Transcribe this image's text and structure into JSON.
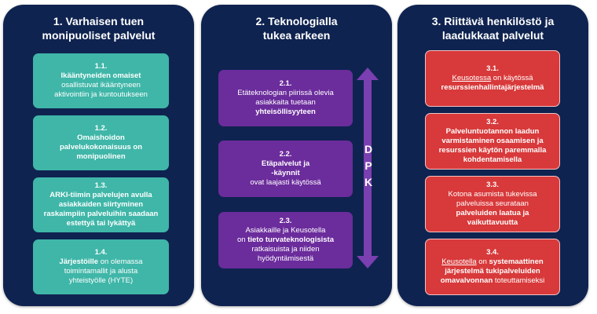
{
  "columns": [
    {
      "title_lines": [
        "1. Varhaisen tuen",
        "monipuoliset palvelut"
      ],
      "cards": [
        {
          "num": "1.1.",
          "lines": [
            [
              {
                "t": "Ikääntyneiden omaiset",
                "s": "b"
              }
            ],
            [
              {
                "t": "osallistuvat ikääntyneen",
                "s": ""
              }
            ],
            [
              {
                "t": "aktivointiin ja kuntoutukseen",
                "s": ""
              }
            ]
          ]
        },
        {
          "num": "1.2.",
          "lines": [
            [
              {
                "t": "Omaishoidon",
                "s": "b"
              }
            ],
            [
              {
                "t": "palvelukokonaisuus on",
                "s": "b"
              }
            ],
            [
              {
                "t": "monipuolinen",
                "s": "b"
              }
            ]
          ]
        },
        {
          "num": "1.3.",
          "lines": [
            [
              {
                "t": "ARKI-tiimin palvelujen avulla",
                "s": "b"
              }
            ],
            [
              {
                "t": "asiakkaiden siirtyminen",
                "s": "b"
              }
            ],
            [
              {
                "t": "raskaimpiin palveluihin saadaan",
                "s": "b"
              }
            ],
            [
              {
                "t": "estettyä tai lykättyä",
                "s": "b"
              }
            ]
          ]
        },
        {
          "num": "1.4.",
          "lines": [
            [
              {
                "t": "Järjestöille",
                "s": "b"
              },
              {
                "t": " on olemassa",
                "s": ""
              }
            ],
            [
              {
                "t": "toimintamallit ja alusta",
                "s": ""
              }
            ],
            [
              {
                "t": "yhteistyölle (HYTE)",
                "s": ""
              }
            ]
          ]
        }
      ]
    },
    {
      "title_lines": [
        "2. Teknologialla",
        "tukea arkeen"
      ],
      "cards": [
        {
          "num": "2.1.",
          "lines": [
            [
              {
                "t": "Etäteknologian piirissä olevia",
                "s": ""
              }
            ],
            [
              {
                "t": "asiakkaita tuetaan",
                "s": ""
              }
            ],
            [
              {
                "t": "yhteisöllisyyteen",
                "s": "b"
              }
            ]
          ]
        },
        {
          "num": "2.2.",
          "lines": [
            [
              {
                "t": "Etäpalvelut ja",
                "s": "b"
              }
            ],
            [
              {
                "t": "-käynnit",
                "s": "b"
              }
            ],
            [
              {
                "t": "ovat laajasti käytössä",
                "s": ""
              }
            ]
          ]
        },
        {
          "num": "2.3.",
          "lines": [
            [
              {
                "t": "Asiakkaille ja Keusotella",
                "s": ""
              }
            ],
            [
              {
                "t": "on ",
                "s": ""
              },
              {
                "t": "tieto turvateknologisista",
                "s": "b"
              }
            ],
            [
              {
                "t": "ratkaisuista ja niiden",
                "s": ""
              }
            ],
            [
              {
                "t": "hyödyntämisestä",
                "s": ""
              }
            ]
          ]
        }
      ],
      "side_label": [
        "D",
        "P",
        "K"
      ]
    },
    {
      "title_lines": [
        "3. Riittävä henkilöstö ja",
        "laadukkaat palvelut"
      ],
      "cards": [
        {
          "num": "3.1.",
          "lines": [
            [
              {
                "t": "Keusotessa",
                "s": "u"
              },
              {
                "t": " on käytössä",
                "s": ""
              }
            ],
            [
              {
                "t": "resurssienhallintajärjestelmä",
                "s": "b"
              }
            ]
          ]
        },
        {
          "num": "3.2.",
          "lines": [
            [
              {
                "t": "Palveluntuotannon laadun",
                "s": "b"
              }
            ],
            [
              {
                "t": "varmistaminen osaamisen ja",
                "s": "b"
              }
            ],
            [
              {
                "t": "resurssien käytön paremmalla",
                "s": "b"
              }
            ],
            [
              {
                "t": "kohdentamisella",
                "s": "b"
              }
            ]
          ]
        },
        {
          "num": "3.3.",
          "lines": [
            [
              {
                "t": "Kotona asumista tukevissa",
                "s": ""
              }
            ],
            [
              {
                "t": "palveluissa seurataan",
                "s": ""
              }
            ],
            [
              {
                "t": "palveluiden laatua ja",
                "s": "b"
              }
            ],
            [
              {
                "t": "vaikuttavuutta",
                "s": "b"
              }
            ]
          ]
        },
        {
          "num": "3.4.",
          "lines": [
            [
              {
                "t": "Keusotella",
                "s": "u"
              },
              {
                "t": " on ",
                "s": ""
              },
              {
                "t": "systemaattinen",
                "s": "b"
              }
            ],
            [
              {
                "t": "järjestelmä tukipalveluiden",
                "s": "b"
              }
            ],
            [
              {
                "t": "omavalvonnan",
                "s": "b"
              },
              {
                "t": " toteuttamiseksi",
                "s": ""
              }
            ]
          ]
        }
      ]
    }
  ],
  "colors": {
    "column_bg": "#0f2350",
    "teal": "#3fb6a8",
    "purple": "#6b2c9c",
    "red": "#d8393a",
    "arrow": "#7a3fb0"
  }
}
